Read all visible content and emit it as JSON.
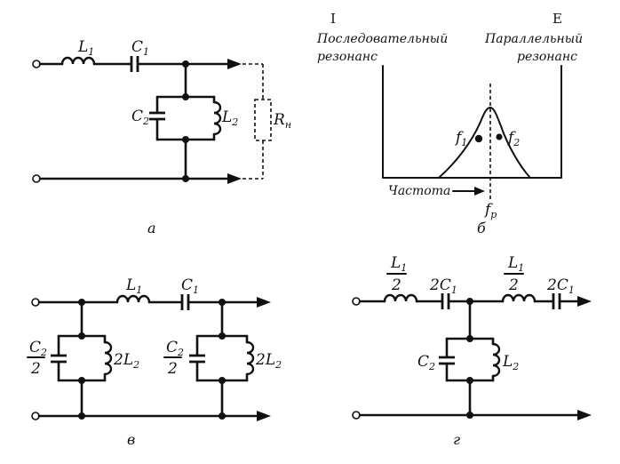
{
  "circuit_a": {
    "label": "а",
    "l1": "L",
    "l1_sub": "1",
    "c1": "C",
    "c1_sub": "1",
    "c2": "C",
    "c2_sub": "2",
    "l2": "L",
    "l2_sub": "2",
    "rh": "R",
    "rh_sub": "н"
  },
  "graph_b": {
    "label": "б",
    "left_marker": "I",
    "right_marker": "E",
    "left_title_1": "Последовательный",
    "left_title_2": "резонанс",
    "right_title_1": "Параллельный",
    "right_title_2": "резонанс",
    "f1": "f",
    "f1_sub": "1",
    "f2": "f",
    "f2_sub": "2",
    "freq_label": "Частота",
    "fp": "f",
    "fp_sub": "р"
  },
  "circuit_v": {
    "label": "в",
    "l1": "L",
    "l1_sub": "1",
    "c1": "C",
    "c1_sub": "1",
    "c2_num": "C",
    "c2_num_sub": "2",
    "c2_den": "2",
    "c2b_num": "C",
    "c2b_num_sub": "2",
    "c2b_den": "2",
    "l2a": "2L",
    "l2a_sub": "2",
    "l2b": "2L",
    "l2b_sub": "2"
  },
  "circuit_g": {
    "label": "г",
    "l1a_num": "L",
    "l1a_num_sub": "1",
    "l1a_den": "2",
    "c1a": "2C",
    "c1a_sub": "1",
    "l1b_num": "L",
    "l1b_num_sub": "1",
    "l1b_den": "2",
    "c1b": "2C",
    "c1b_sub": "1",
    "c2": "C",
    "c2_sub": "2",
    "l2": "L",
    "l2_sub": "2"
  },
  "colors": {
    "ink": "#111111",
    "paper": "#ffffff"
  }
}
